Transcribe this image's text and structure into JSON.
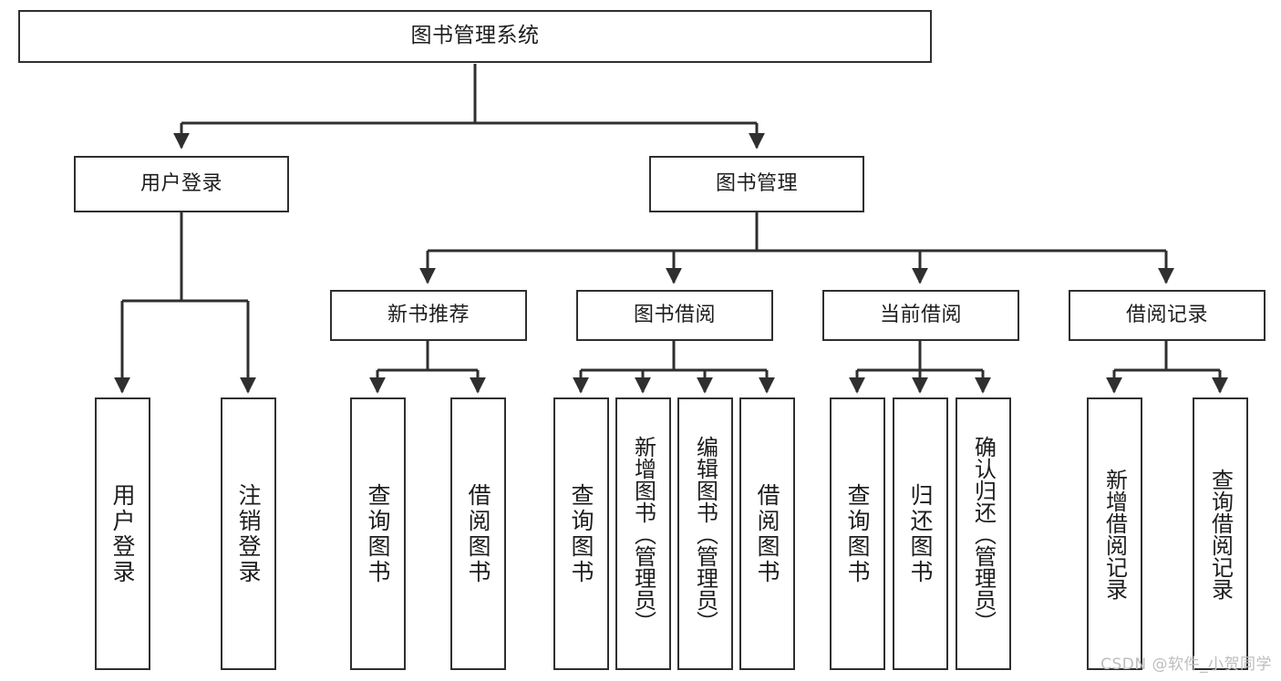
{
  "diagram": {
    "title_node": {
      "label": "图书管理系统"
    },
    "level2": [
      {
        "label": "用户登录"
      },
      {
        "label": "图书管理"
      }
    ],
    "level3": [
      {
        "label": "新书推荐"
      },
      {
        "label": "图书借阅"
      },
      {
        "label": "当前借阅"
      },
      {
        "label": "借阅记录"
      }
    ],
    "leaves": {
      "user_login": [
        {
          "label": "用户登录"
        },
        {
          "label": "注销登录"
        }
      ],
      "new_book_recommend": [
        {
          "label": "查询图书"
        },
        {
          "label": "借阅图书"
        }
      ],
      "book_borrow": [
        {
          "label": "查询图书"
        },
        {
          "label": "新增图书（管理员）"
        },
        {
          "label": "编辑图书（管理员）"
        },
        {
          "label": "借阅图书"
        }
      ],
      "current_borrow": [
        {
          "label": "查询图书"
        },
        {
          "label": "归还图书"
        },
        {
          "label": "确认归还（管理员）"
        }
      ],
      "borrow_record": [
        {
          "label": "新增借阅记录"
        },
        {
          "label": "查询借阅记录"
        }
      ]
    }
  },
  "watermark": {
    "text": "CSDN @软件_小贺同学"
  },
  "colors": {
    "stroke": "#2f2f2f",
    "fill": "#ffffff",
    "text": "#1d1d1d",
    "watermark": "#bdbdbd"
  }
}
